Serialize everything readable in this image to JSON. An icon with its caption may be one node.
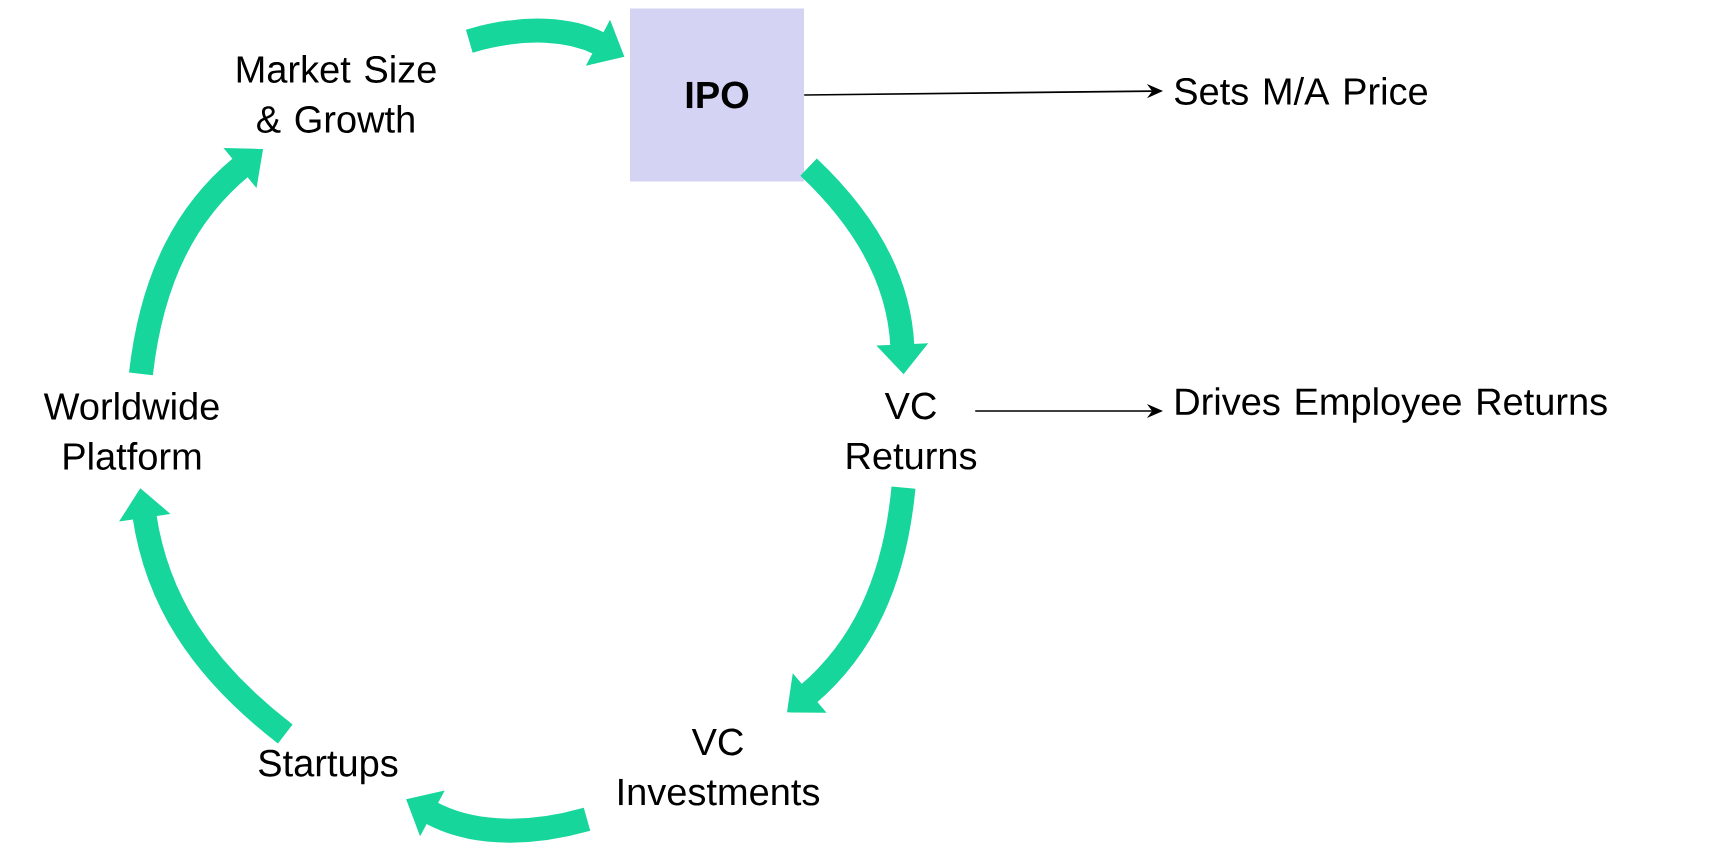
{
  "diagram": {
    "nodes": [
      {
        "text": [
          "Market Size & Growth"
        ]
      },
      {
        "text": [
          "IPO"
        ]
      },
      {
        "text": [
          "Sets M/A Price"
        ]
      },
      {
        "text": [
          "VC Returns"
        ]
      },
      {
        "text": [
          "Drives Employee Returns"
        ]
      },
      {
        "text": [
          "VC Investments"
        ]
      },
      {
        "text": [
          "Startups"
        ]
      },
      {
        "text": [
          "Worldwide Platform"
        ]
      }
    ],
    "edges": [
      {
        "from": 0,
        "to": 1,
        "arrow": "to"
      },
      {
        "from": 1,
        "to": 3,
        "arrow": "to"
      },
      {
        "from": 3,
        "to": 5,
        "arrow": "to"
      },
      {
        "from": 5,
        "to": 6,
        "arrow": "to"
      },
      {
        "from": 6,
        "to": 7,
        "arrow": "to"
      },
      {
        "from": 7,
        "to": 0,
        "arrow": "to"
      },
      {
        "from": 1,
        "to": 2,
        "arrow": "to",
        "color": "#000000"
      },
      {
        "from": 3,
        "to": 4,
        "arrow": "to",
        "color": "#000000"
      }
    ]
  }
}
